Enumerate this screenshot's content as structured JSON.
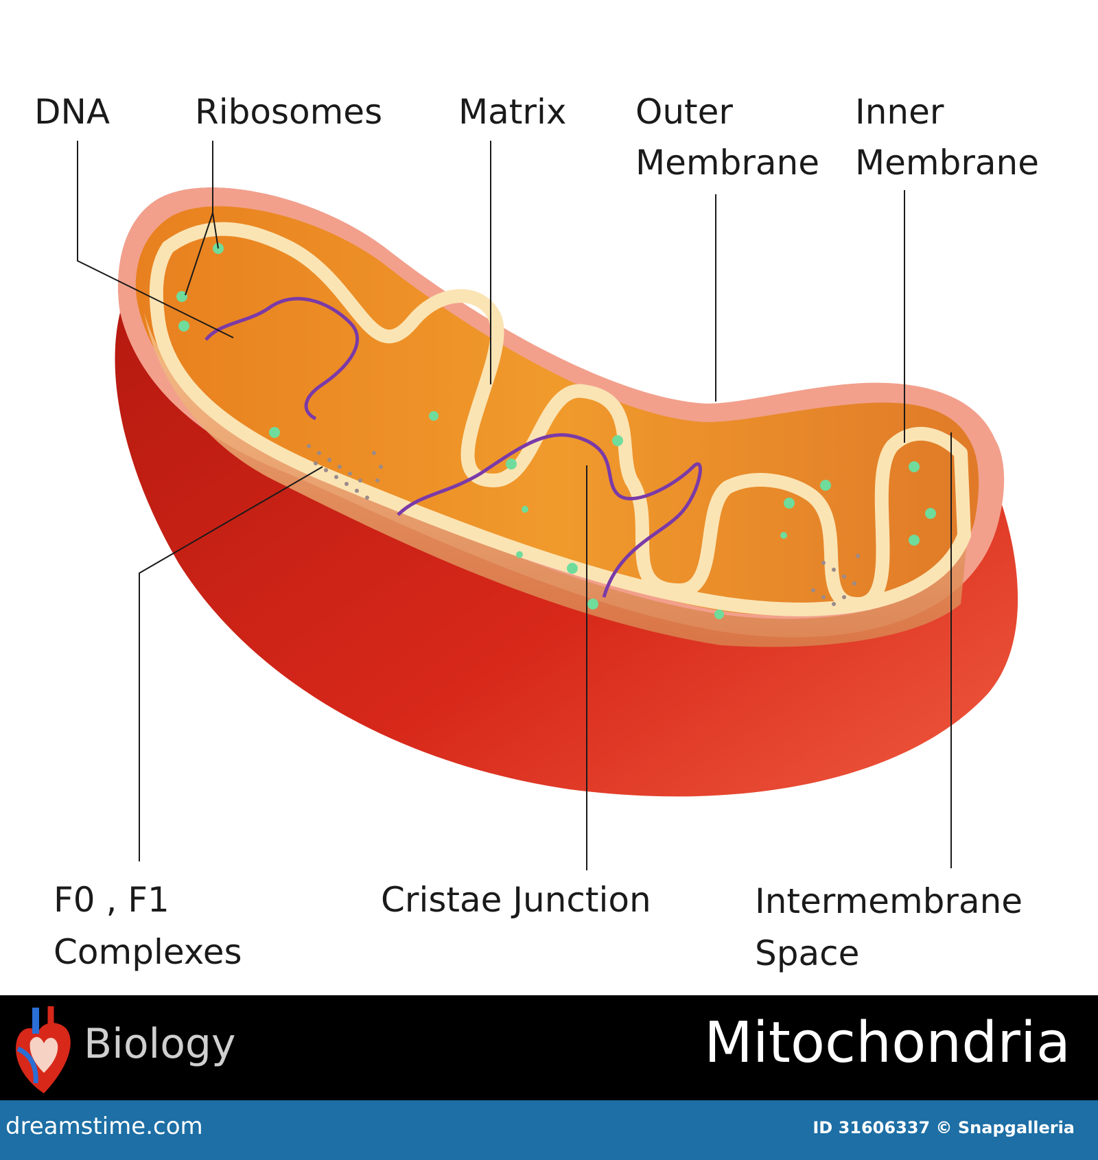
{
  "labels": {
    "dna": "DNA",
    "ribosomes": "Ribosomes",
    "matrix": "Matrix",
    "outer_membrane": [
      "Outer",
      "Membrane"
    ],
    "inner_membrane": [
      "Inner",
      "Membrane"
    ],
    "f0_f1": [
      "F0 , F1",
      "Complexes"
    ],
    "cristae_junction": "Cristae Junction",
    "intermembrane_space": [
      "Intermembrane",
      "Space"
    ]
  },
  "banner": {
    "subject": "Biology",
    "title": "Mitochondria"
  },
  "footer": {
    "site": "dreamstime.com",
    "id_credit": "ID 31606337 © Snapgalleria"
  },
  "colors": {
    "outer_shell": "#d8281a",
    "outer_rim": "#f2a08c",
    "inner_fill": "#e98a22",
    "membrane": "#fbe4b4",
    "ribosome": "#6fdc9c",
    "dna": "#7a3aa8",
    "banner": "#000000",
    "footer": "#1d6fa5"
  }
}
